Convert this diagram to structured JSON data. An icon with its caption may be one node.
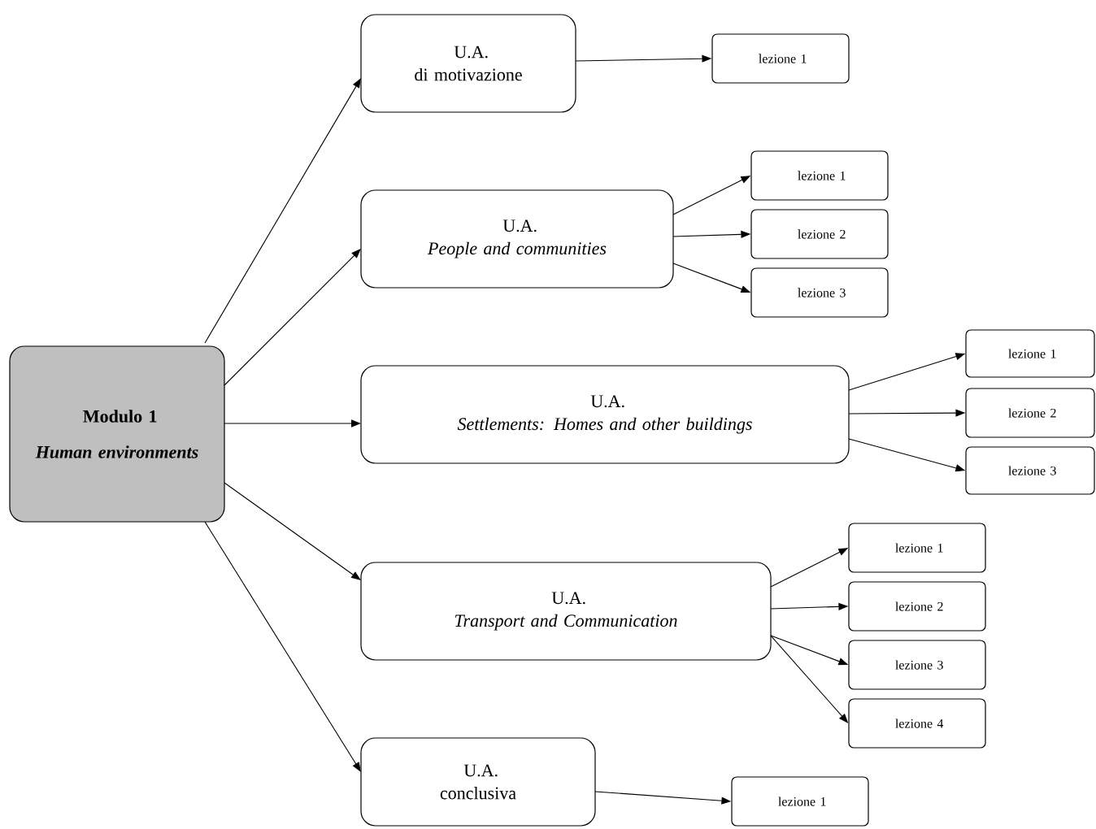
{
  "diagram": {
    "nodes": [
      {
        "text": [
          "Modulo 1",
          "Human environments"
        ]
      },
      {
        "text": [
          "U.A.",
          "di motivazione"
        ]
      },
      {
        "text": [
          "lezione 1"
        ]
      },
      {
        "text": [
          "U.A.",
          "People and communities"
        ]
      },
      {
        "text": [
          "lezione 1"
        ]
      },
      {
        "text": [
          "lezione 2"
        ]
      },
      {
        "text": [
          "lezione 3"
        ]
      },
      {
        "text": [
          "U.A.",
          "Settlements: Homes and other buildings"
        ]
      },
      {
        "text": [
          "lezione 1"
        ]
      },
      {
        "text": [
          "lezione 2"
        ]
      },
      {
        "text": [
          "lezione 3"
        ]
      },
      {
        "text": [
          "U.A.",
          "Transport and Communication"
        ]
      },
      {
        "text": [
          "lezione 1"
        ]
      },
      {
        "text": [
          "lezione 2"
        ]
      },
      {
        "text": [
          "lezione 3"
        ]
      },
      {
        "text": [
          "lezione 4"
        ]
      },
      {
        "text": [
          "U.A.",
          "conclusiva"
        ]
      },
      {
        "text": [
          "lezione 1"
        ]
      }
    ],
    "edges": [
      {
        "from": 0,
        "to": 1,
        "arrow": "to"
      },
      {
        "from": 0,
        "to": 3,
        "arrow": "to"
      },
      {
        "from": 0,
        "to": 7,
        "arrow": "to"
      },
      {
        "from": 0,
        "to": 11,
        "arrow": "to"
      },
      {
        "from": 0,
        "to": 16,
        "arrow": "to"
      },
      {
        "from": 1,
        "to": 2,
        "arrow": "to"
      },
      {
        "from": 3,
        "to": 4,
        "arrow": "to"
      },
      {
        "from": 3,
        "to": 5,
        "arrow": "to"
      },
      {
        "from": 3,
        "to": 6,
        "arrow": "to"
      },
      {
        "from": 7,
        "to": 8,
        "arrow": "to"
      },
      {
        "from": 7,
        "to": 9,
        "arrow": "to"
      },
      {
        "from": 7,
        "to": 10,
        "arrow": "to"
      },
      {
        "from": 11,
        "to": 12,
        "arrow": "to"
      },
      {
        "from": 11,
        "to": 13,
        "arrow": "to"
      },
      {
        "from": 11,
        "to": 14,
        "arrow": "to"
      },
      {
        "from": 11,
        "to": 15,
        "arrow": "to"
      },
      {
        "from": 16,
        "to": 17,
        "arrow": "to"
      }
    ]
  }
}
